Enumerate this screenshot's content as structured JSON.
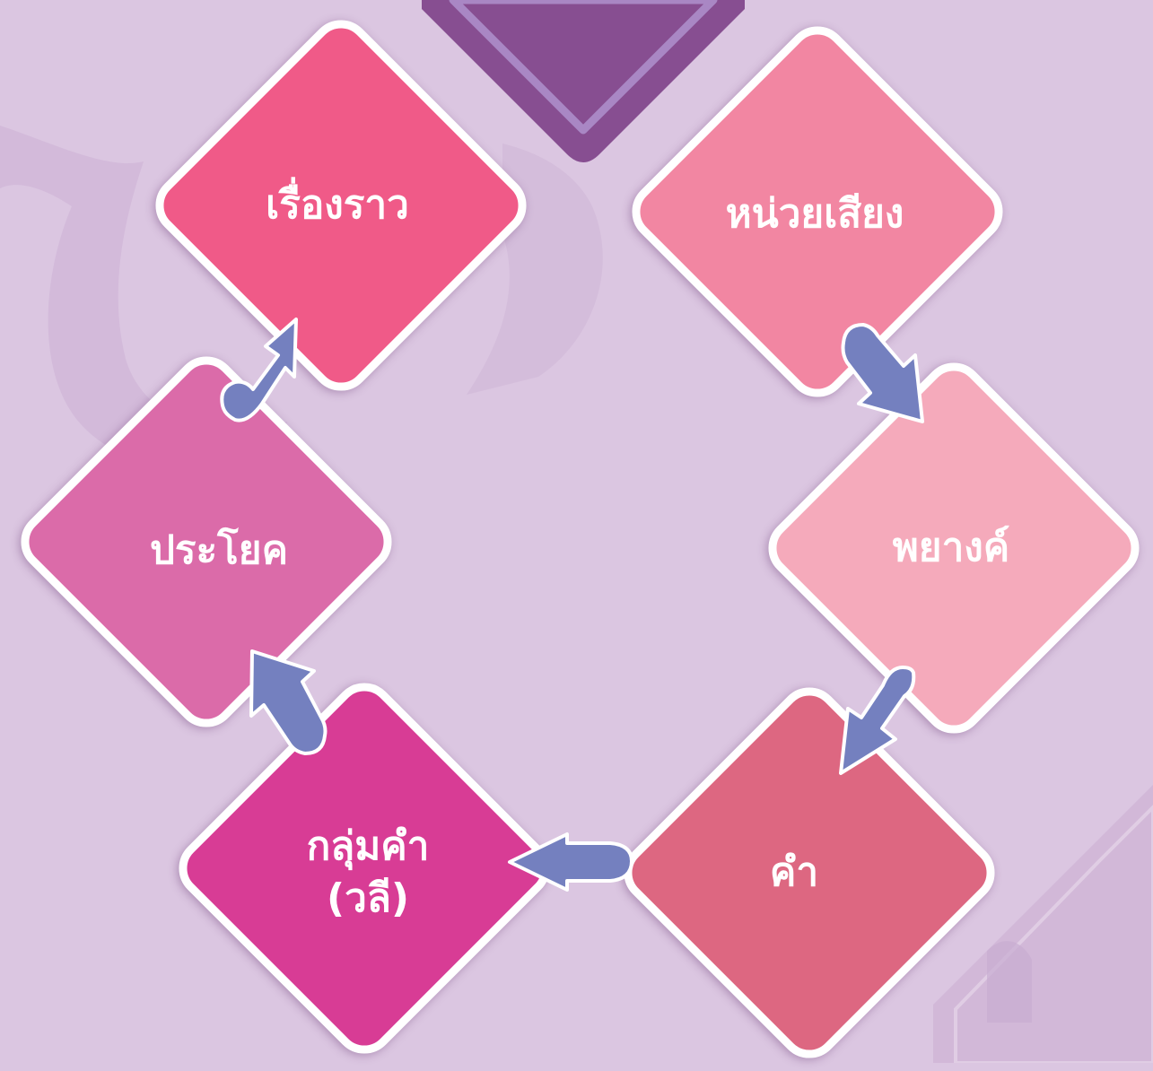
{
  "diagram": {
    "colors": {
      "background": "#dbc6e1",
      "arrow": "#7480bf",
      "top_badge": "#874e91"
    },
    "nodes": [
      {
        "id": "phoneme",
        "label": "หน่วยเสียง",
        "color": "#f286a2"
      },
      {
        "id": "syllable",
        "label": "พยางค์",
        "color": "#f5aabb"
      },
      {
        "id": "word",
        "label": "คำ",
        "color": "#dd6781"
      },
      {
        "id": "phrase",
        "label": "กลุ่มคำ",
        "label2": "(วลี)",
        "color": "#d83c95"
      },
      {
        "id": "sentence",
        "label": "ประโยค",
        "color": "#db6ba9"
      },
      {
        "id": "story",
        "label": "เรื่องราว",
        "color": "#f05a88"
      }
    ],
    "flow": [
      "หน่วยเสียง",
      "พยางค์",
      "คำ",
      "กลุ่มคำ (วลี)",
      "ประโยค",
      "เรื่องราว"
    ]
  }
}
